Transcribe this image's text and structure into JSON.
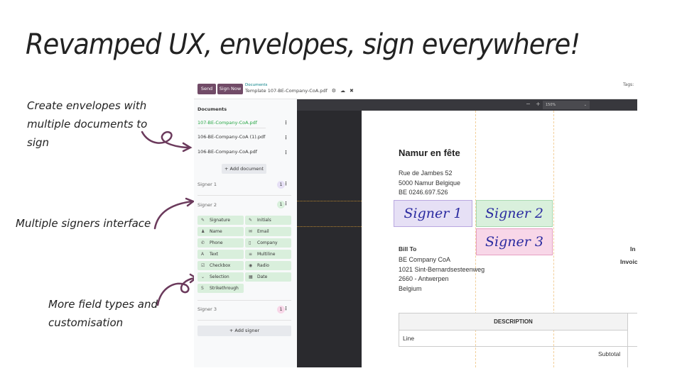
{
  "title": "Revamped UX, envelopes, sign everywhere!",
  "annotations": {
    "envelopes": "Create envelopes with multiple documents to sign",
    "signers": "Multiple signers interface",
    "fields": "More field types and customisation"
  },
  "header": {
    "send": "Send",
    "sign_now": "Sign Now",
    "breadcrumb": "Documents",
    "template": "Template 107-BE-Company-CoA.pdf",
    "tags": "Tags:"
  },
  "sidebar": {
    "documents_label": "Documents",
    "documents": [
      "107-BE-Company-CoA.pdf",
      "106-BE-Company-CoA (1).pdf",
      "106-BE-Company-CoA.pdf"
    ],
    "add_document": "+ Add document",
    "signers": [
      {
        "label": "Signer 1",
        "count": "1",
        "color": "#e6e0f5"
      },
      {
        "label": "Signer 2",
        "count": "1",
        "color": "#d9f0dc"
      },
      {
        "label": "Signer 3",
        "count": "1",
        "color": "#f8d7e8"
      }
    ],
    "fields": [
      {
        "label": "Signature",
        "icon": "✎"
      },
      {
        "label": "Initials",
        "icon": "✎"
      },
      {
        "label": "Name",
        "icon": "♟"
      },
      {
        "label": "Email",
        "icon": "✉"
      },
      {
        "label": "Phone",
        "icon": "✆"
      },
      {
        "label": "Company",
        "icon": "▯"
      },
      {
        "label": "Text",
        "icon": "A"
      },
      {
        "label": "Multiline",
        "icon": "≡"
      },
      {
        "label": "Checkbox",
        "icon": "☑"
      },
      {
        "label": "Radio",
        "icon": "◉"
      },
      {
        "label": "Selection",
        "icon": "⌄"
      },
      {
        "label": "Date",
        "icon": "▦"
      },
      {
        "label": "Strikethrough",
        "icon": "S"
      }
    ],
    "add_signer": "+ Add signer"
  },
  "viewer": {
    "zoom": "150%",
    "minus": "−",
    "plus": "+"
  },
  "pdf": {
    "company": "Namur en fête",
    "address": [
      "Rue de Jambes 52",
      "5000 Namur Belgique",
      "BE 0246.697.526"
    ],
    "bill_to": "Bill To",
    "bill_lines": [
      "BE Company CoA",
      "1021 Sint-Bernardsesteenweg",
      "2660 - Antwerpen",
      "Belgium"
    ],
    "right_cut_1": "In",
    "right_cut_2": "Invoic",
    "col_description": "DESCRIPTION",
    "row_line": "Line",
    "subtotal": "Subtotal",
    "signer_boxes": [
      "Signer 1",
      "Signer 2",
      "Signer 3"
    ]
  }
}
